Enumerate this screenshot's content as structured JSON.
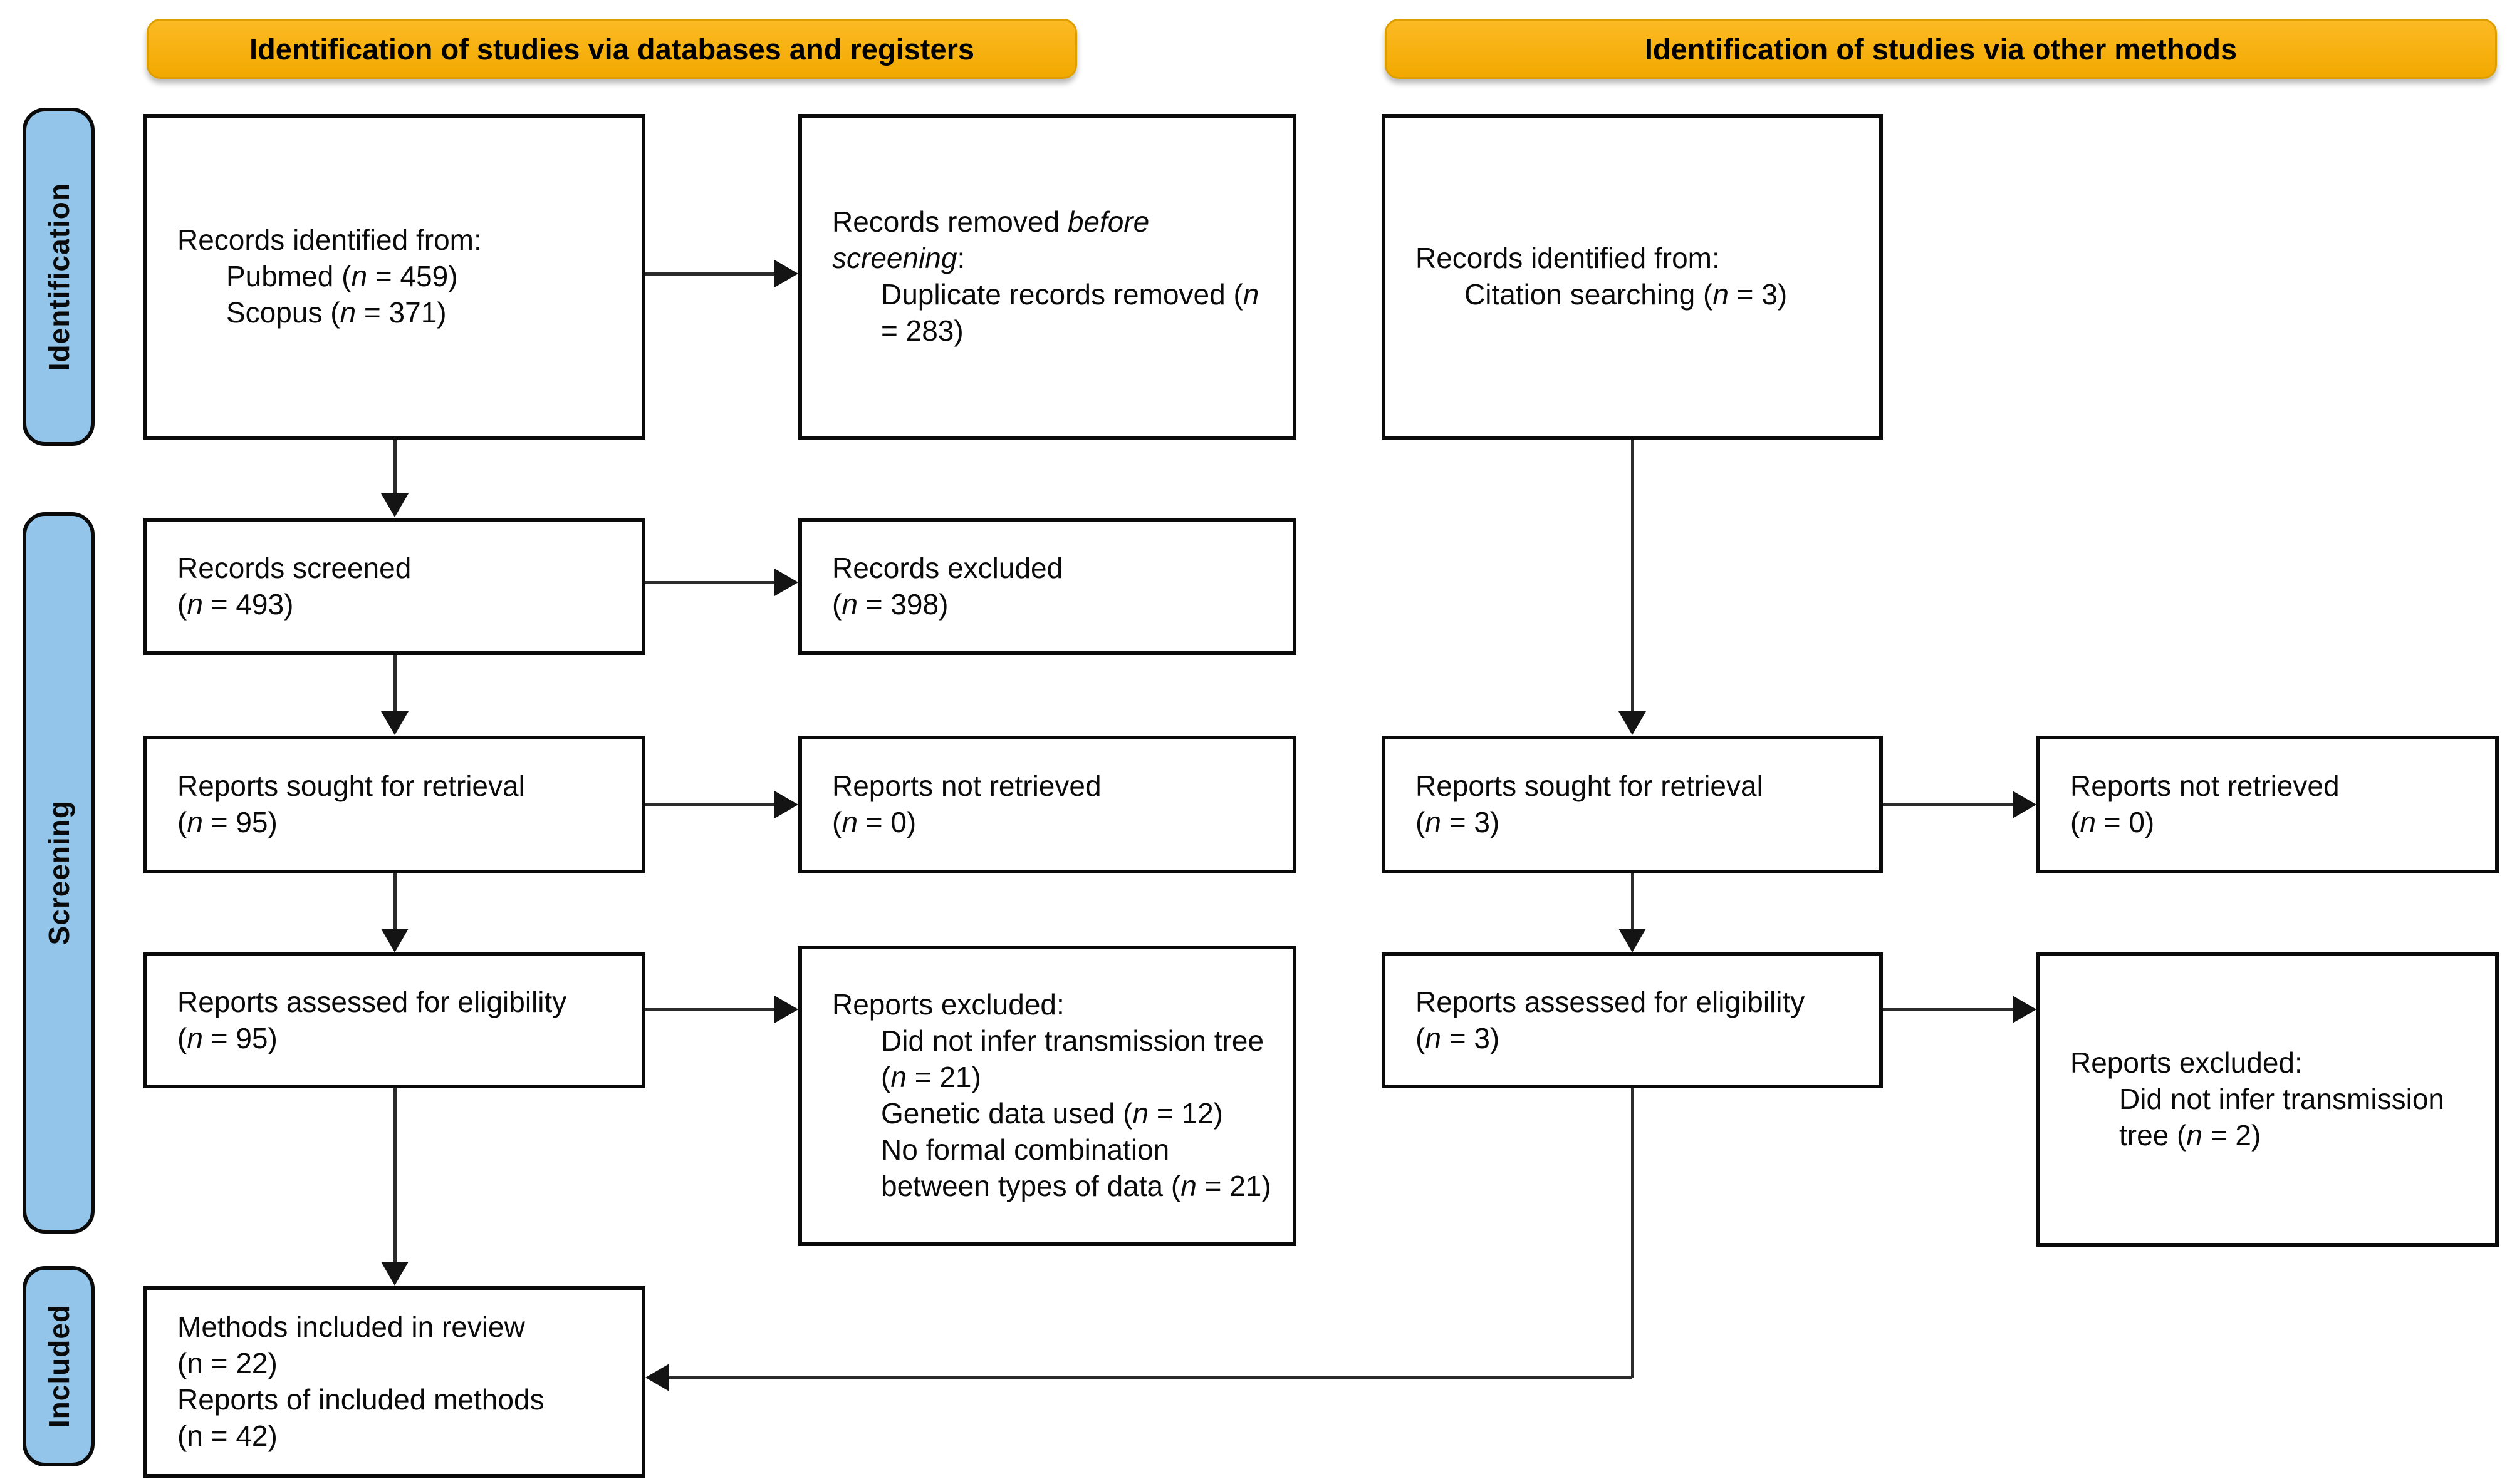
{
  "headers": {
    "left": "Identification of studies via databases and registers",
    "right": "Identification of studies via other methods"
  },
  "sidebar": {
    "identification": "Identification",
    "screening": "Screening",
    "included": "Included"
  },
  "colors": {
    "header_bg": "#FCBA24",
    "header_bg_dark": "#F2A900",
    "sidebar_bg": "#92C5E9",
    "box_border": "#0a0a0a",
    "arrow": "#2b2b2b"
  },
  "boxes": {
    "db_identified": {
      "lines": [
        {
          "indent": 0,
          "segments": [
            {
              "t": "Records identified from:"
            }
          ]
        },
        {
          "indent": 1,
          "segments": [
            {
              "t": "Pubmed ("
            },
            {
              "t": "n",
              "i": true
            },
            {
              "t": " = 459)"
            }
          ]
        },
        {
          "indent": 1,
          "segments": [
            {
              "t": "Scopus ("
            },
            {
              "t": "n",
              "i": true
            },
            {
              "t": " = 371)"
            }
          ]
        }
      ]
    },
    "removed_before": {
      "lines": [
        {
          "indent": 0,
          "segments": [
            {
              "t": "Records removed "
            },
            {
              "t": "before screening",
              "i": true
            },
            {
              "t": ":"
            }
          ]
        },
        {
          "indent": 1,
          "segments": [
            {
              "t": "Duplicate records removed ("
            },
            {
              "t": "n",
              "i": true
            },
            {
              "t": " = 283)"
            }
          ]
        }
      ]
    },
    "other_identified": {
      "lines": [
        {
          "indent": 0,
          "segments": [
            {
              "t": "Records identified from:"
            }
          ]
        },
        {
          "indent": 1,
          "segments": [
            {
              "t": "Citation searching ("
            },
            {
              "t": "n",
              "i": true
            },
            {
              "t": " = 3)"
            }
          ]
        }
      ]
    },
    "records_screened": {
      "lines": [
        {
          "indent": 0,
          "segments": [
            {
              "t": "Records screened"
            }
          ]
        },
        {
          "indent": 0,
          "segments": [
            {
              "t": "("
            },
            {
              "t": "n",
              "i": true
            },
            {
              "t": " = 493)"
            }
          ]
        }
      ]
    },
    "records_excluded": {
      "lines": [
        {
          "indent": 0,
          "segments": [
            {
              "t": "Records excluded"
            }
          ]
        },
        {
          "indent": 0,
          "segments": [
            {
              "t": "("
            },
            {
              "t": "n",
              "i": true
            },
            {
              "t": " = 398)"
            }
          ]
        }
      ]
    },
    "reports_sought_db": {
      "lines": [
        {
          "indent": 0,
          "segments": [
            {
              "t": "Reports sought for retrieval"
            }
          ]
        },
        {
          "indent": 0,
          "segments": [
            {
              "t": "("
            },
            {
              "t": "n",
              "i": true
            },
            {
              "t": " = 95)"
            }
          ]
        }
      ]
    },
    "reports_not_retrieved_db": {
      "lines": [
        {
          "indent": 0,
          "segments": [
            {
              "t": "Reports not retrieved"
            }
          ]
        },
        {
          "indent": 0,
          "segments": [
            {
              "t": "("
            },
            {
              "t": "n",
              "i": true
            },
            {
              "t": " = 0)"
            }
          ]
        }
      ]
    },
    "reports_assessed_db": {
      "lines": [
        {
          "indent": 0,
          "segments": [
            {
              "t": "Reports assessed for eligibility"
            }
          ]
        },
        {
          "indent": 0,
          "segments": [
            {
              "t": "("
            },
            {
              "t": "n",
              "i": true
            },
            {
              "t": " = 95)"
            }
          ]
        }
      ]
    },
    "reports_excluded_db": {
      "lines": [
        {
          "indent": 0,
          "segments": [
            {
              "t": "Reports excluded:"
            }
          ]
        },
        {
          "indent": 1,
          "segments": [
            {
              "t": "Did not infer transmission tree ("
            },
            {
              "t": "n",
              "i": true
            },
            {
              "t": " = 21)"
            }
          ]
        },
        {
          "indent": 1,
          "segments": [
            {
              "t": "Genetic data used ("
            },
            {
              "t": "n",
              "i": true
            },
            {
              "t": " = 12)"
            }
          ]
        },
        {
          "indent": 1,
          "segments": [
            {
              "t": "No formal combination between types of data ("
            },
            {
              "t": "n",
              "i": true
            },
            {
              "t": " = 21)"
            }
          ]
        }
      ]
    },
    "reports_sought_other": {
      "lines": [
        {
          "indent": 0,
          "segments": [
            {
              "t": "Reports sought for retrieval"
            }
          ]
        },
        {
          "indent": 0,
          "segments": [
            {
              "t": "("
            },
            {
              "t": "n",
              "i": true
            },
            {
              "t": " = 3)"
            }
          ]
        }
      ]
    },
    "reports_not_retrieved_other": {
      "lines": [
        {
          "indent": 0,
          "segments": [
            {
              "t": "Reports not retrieved"
            }
          ]
        },
        {
          "indent": 0,
          "segments": [
            {
              "t": "("
            },
            {
              "t": "n",
              "i": true
            },
            {
              "t": " = 0)"
            }
          ]
        }
      ]
    },
    "reports_assessed_other": {
      "lines": [
        {
          "indent": 0,
          "segments": [
            {
              "t": "Reports assessed for eligibility"
            }
          ]
        },
        {
          "indent": 0,
          "segments": [
            {
              "t": "("
            },
            {
              "t": "n",
              "i": true
            },
            {
              "t": " = 3)"
            }
          ]
        }
      ]
    },
    "reports_excluded_other": {
      "lines": [
        {
          "indent": 0,
          "segments": [
            {
              "t": "Reports excluded:"
            }
          ]
        },
        {
          "indent": 1,
          "segments": [
            {
              "t": "Did not infer transmission tree ("
            },
            {
              "t": "n",
              "i": true
            },
            {
              "t": " = 2)"
            }
          ]
        }
      ]
    },
    "included": {
      "lines": [
        {
          "indent": 0,
          "segments": [
            {
              "t": "Methods included in review"
            }
          ]
        },
        {
          "indent": 0,
          "segments": [
            {
              "t": "(n = 22)"
            }
          ]
        },
        {
          "indent": 0,
          "segments": [
            {
              "t": "Reports of included methods"
            }
          ]
        },
        {
          "indent": 0,
          "segments": [
            {
              "t": "(n = 42)"
            }
          ]
        }
      ]
    }
  }
}
